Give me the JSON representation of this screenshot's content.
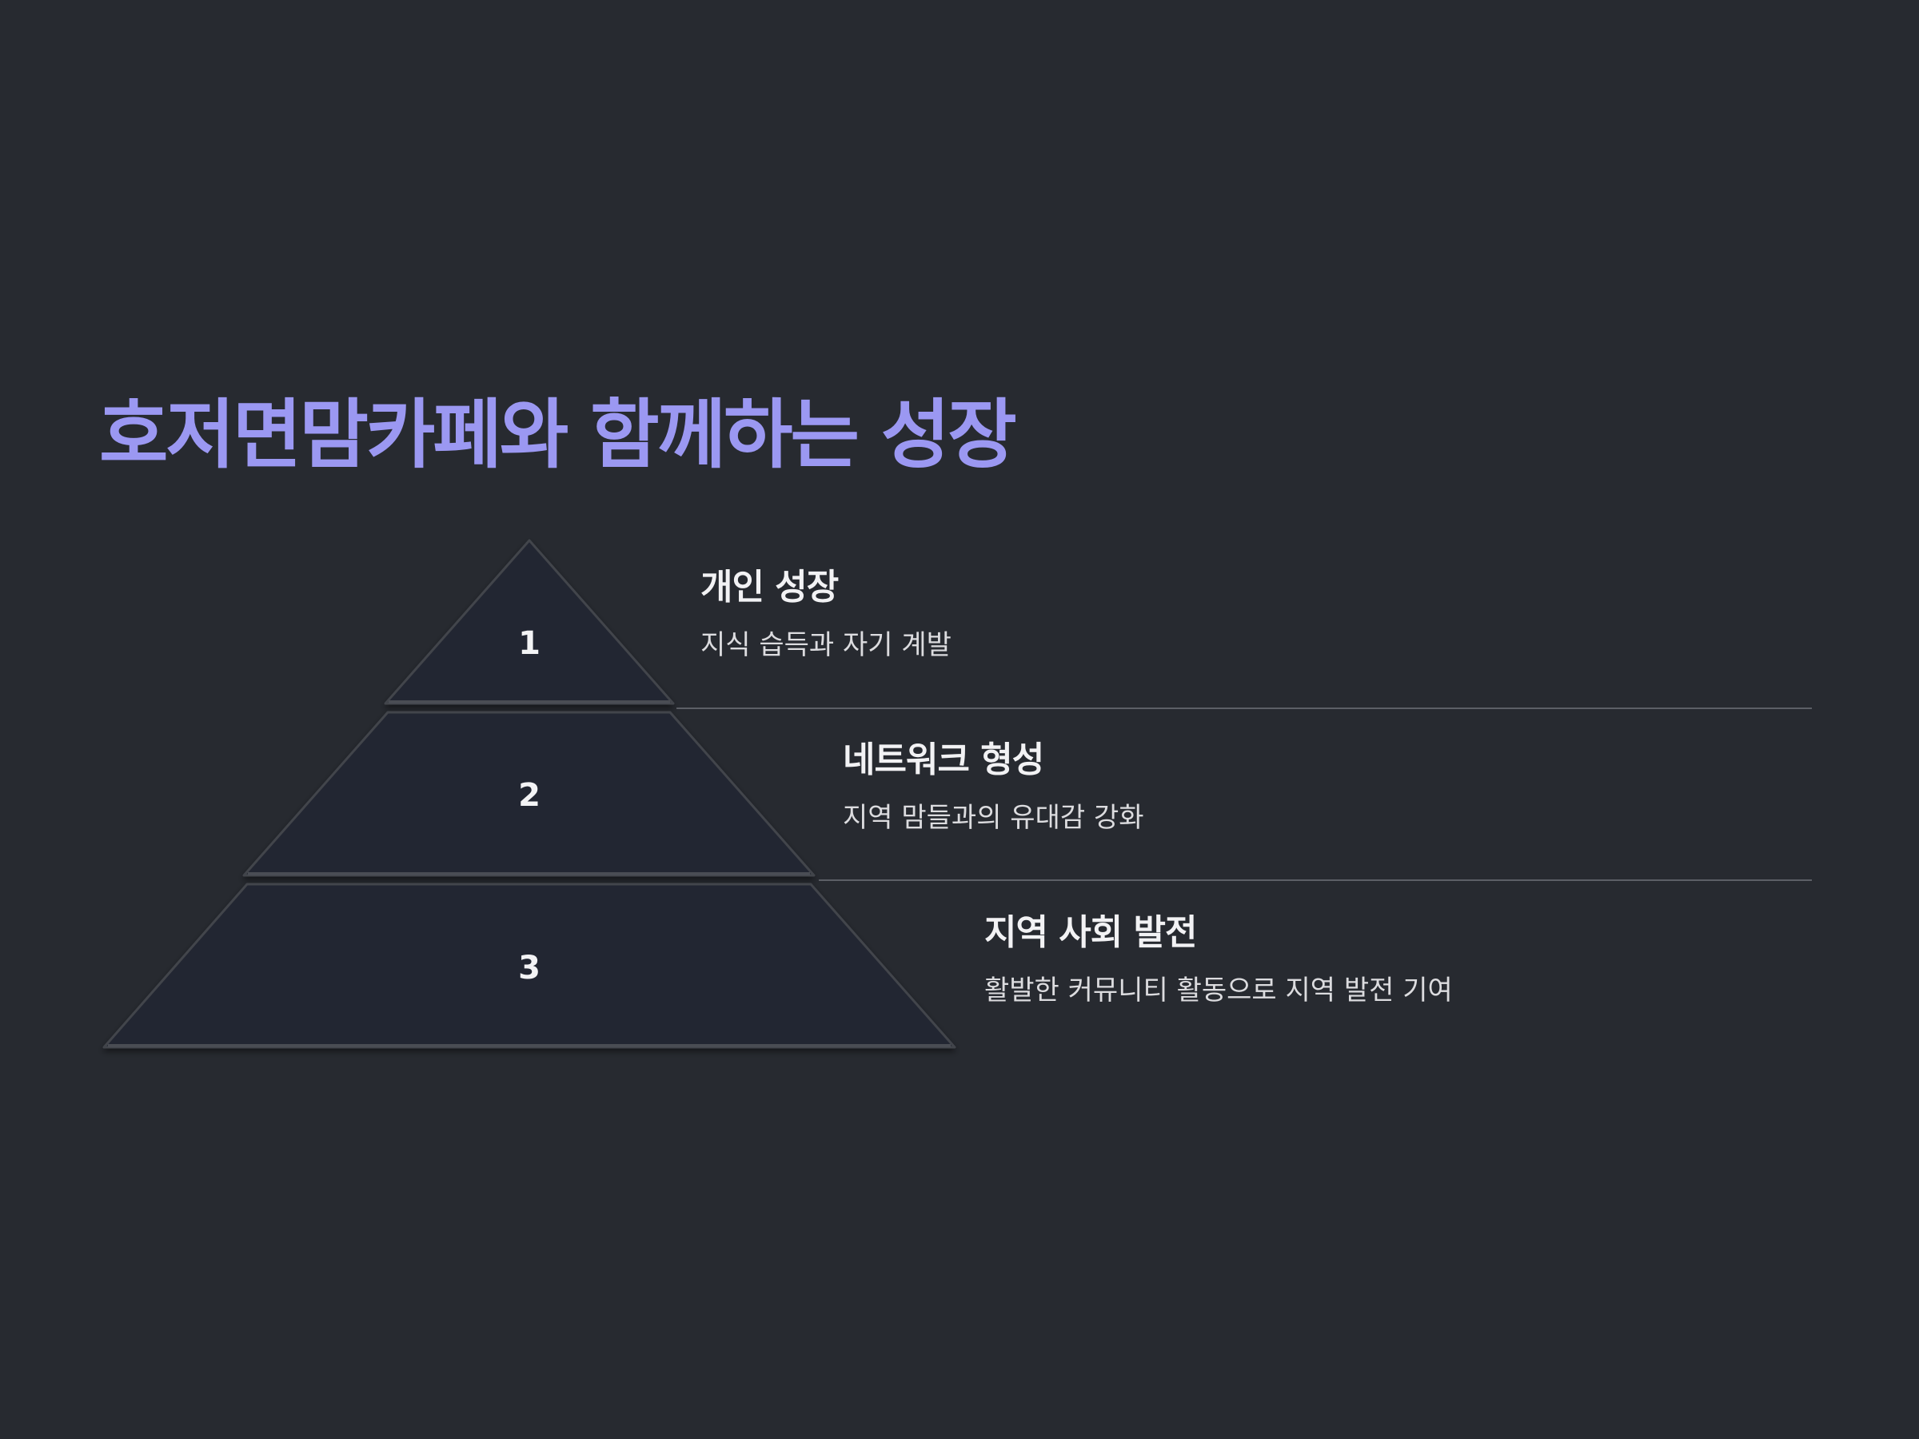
{
  "title": "호저면맘카페와 함께하는 성장",
  "colors": {
    "background": "#272a30",
    "title": "#9b98f2",
    "tier_fill": "#242731",
    "divider": "#5c5f66"
  },
  "tiers": [
    {
      "number": "1",
      "heading": "개인 성장",
      "description": "지식 습득과 자기 계발"
    },
    {
      "number": "2",
      "heading": "네트워크 형성",
      "description": "지역 맘들과의 유대감 강화"
    },
    {
      "number": "3",
      "heading": "지역 사회 발전",
      "description": "활발한 커뮤니티 활동으로 지역 발전 기여"
    }
  ]
}
